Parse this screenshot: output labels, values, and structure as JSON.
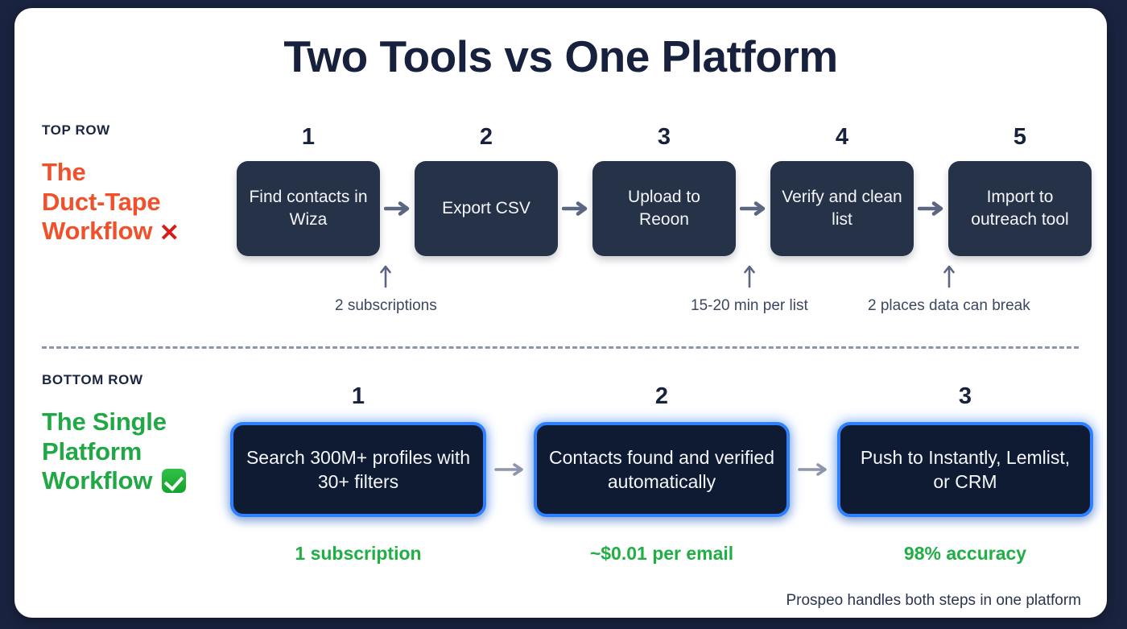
{
  "title": "Two Tools vs One Platform",
  "colors": {
    "page_background": "#1a2340",
    "card_background": "#ffffff",
    "title": "#17203c",
    "orange": "#f0512a",
    "green": "#20a845",
    "box_dark": "#263248",
    "box_glow_fill": "#0f1a33",
    "box_glow_border": "#2f80ff",
    "arrow": "#5b6680",
    "annotation_text": "#3c4763"
  },
  "top_row": {
    "kicker": "TOP ROW",
    "headline_lines": [
      "The",
      "Duct-Tape",
      "Workflow"
    ],
    "headline_emoji": "❌",
    "steps": [
      {
        "number": "1",
        "label": "Find contacts in Wiza"
      },
      {
        "number": "2",
        "label": "Export CSV"
      },
      {
        "number": "3",
        "label": "Upload to Reoon"
      },
      {
        "number": "4",
        "label": "Verify and clean list"
      },
      {
        "number": "5",
        "label": "Import to outreach tool"
      }
    ],
    "annotations": [
      "2 subscriptions",
      "15-20 min per list",
      "2 places data can break"
    ]
  },
  "bottom_row": {
    "kicker": "BOTTOM ROW",
    "headline_lines": [
      "The Single",
      "Platform",
      "Workflow"
    ],
    "headline_emoji": "✅",
    "steps": [
      {
        "number": "1",
        "label": "Search 300M+ profiles with 30+ filters"
      },
      {
        "number": "2",
        "label": "Contacts found and verified automatically"
      },
      {
        "number": "3",
        "label": "Push to Instantly, Lemlist, or CRM"
      }
    ],
    "captions": [
      "1 subscription",
      "~$0.01 per email",
      "98% accuracy"
    ]
  },
  "footer": "Prospeo handles both steps in one platform"
}
